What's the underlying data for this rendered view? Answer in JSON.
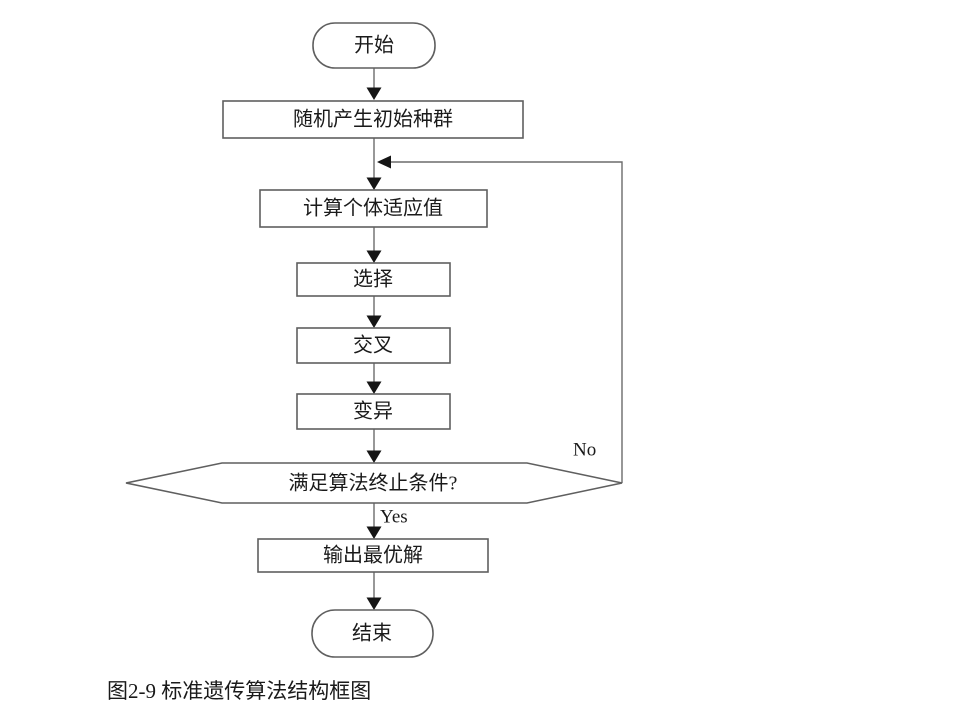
{
  "figure": {
    "caption": "图2-9 标准遗传算法结构框图"
  },
  "flowchart": {
    "nodes": {
      "start": "开始",
      "init_population": "随机产生初始种群",
      "fitness": "计算个体适应值",
      "selection": "选择",
      "crossover": "交叉",
      "mutation": "变异",
      "termination": "满足算法终止条件?",
      "output": "输出最优解",
      "end": "结束"
    },
    "edge_labels": {
      "no": "No",
      "yes": "Yes"
    },
    "colors": {
      "background": "#ffffff",
      "shape_fill": "#ffffff",
      "shape_border": "#5f5f5f",
      "connector": "#8c8c8c",
      "loop_line": "#6b6b6b",
      "arrowhead": "#151515",
      "text": "#1a1a1a"
    }
  }
}
